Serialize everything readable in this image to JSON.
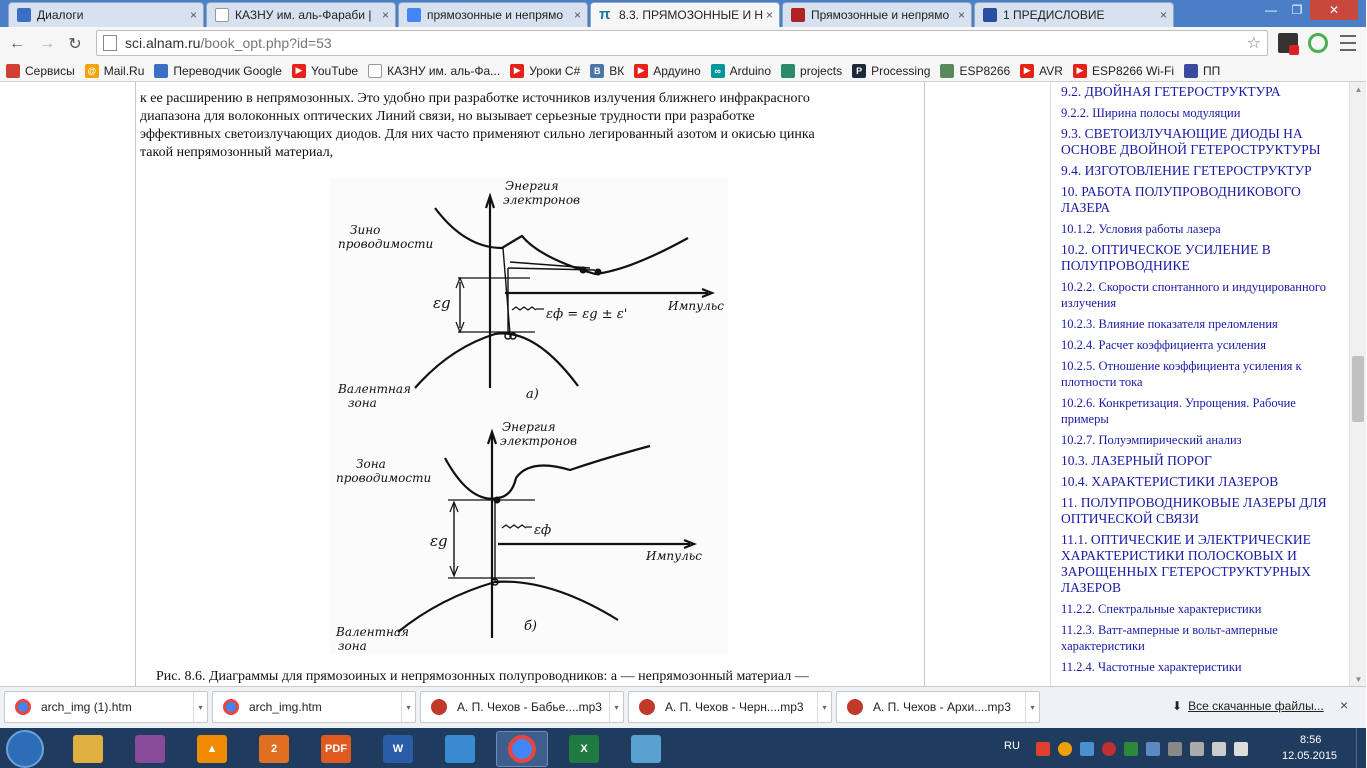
{
  "browser": {
    "tabs": [
      {
        "title": "Диалоги",
        "icon_color": "#3a6fc4"
      },
      {
        "title": "КАЗНУ им. аль-Фараби | ",
        "icon_color": "#ffffff"
      },
      {
        "title": "прямозонные и непрямо",
        "icon_color": "#4285f4"
      },
      {
        "title": "8.3. ПРЯМОЗОННЫЕ И Н",
        "icon_color": "#f6f6f6",
        "glyph": "π"
      },
      {
        "title": "Прямозонные и непрямо",
        "icon_color": "#b22222"
      },
      {
        "title": "1 ПРЕДИСЛОВИЕ",
        "icon_color": "#2a4fa0"
      }
    ],
    "close_glyph": "×",
    "window_controls": [
      "—",
      "❐",
      "✕"
    ],
    "nav": {
      "back": "←",
      "forward": "→",
      "reload": "↻"
    },
    "url_host": "sci.alnam.ru",
    "url_path": "/book_opt.php?id=53",
    "star_glyph": "☆",
    "bookmarks": [
      {
        "label": "Сервисы",
        "icon_color": "#d04030",
        "glyph": ""
      },
      {
        "label": "Mail.Ru",
        "icon_color": "#f4a300",
        "glyph": "@"
      },
      {
        "label": "Переводчик Google",
        "icon_color": "#3a6fc4",
        "glyph": ""
      },
      {
        "label": "YouTube",
        "icon_color": "#e62117",
        "glyph": "▶"
      },
      {
        "label": "КАЗНУ им. аль-Фа...",
        "icon_color": "#ffffff",
        "glyph": ""
      },
      {
        "label": "Уроки C#",
        "icon_color": "#e62117",
        "glyph": "▶"
      },
      {
        "label": "ВК",
        "icon_color": "#4a76a8",
        "glyph": "B"
      },
      {
        "label": "Ардуино",
        "icon_color": "#e62117",
        "glyph": "▶"
      },
      {
        "label": "Arduino",
        "icon_color": "#00979c",
        "glyph": "∞"
      },
      {
        "label": "projects",
        "icon_color": "#2a8a6a",
        "glyph": ""
      },
      {
        "label": "Processing",
        "icon_color": "#1a2a3a",
        "glyph": "P"
      },
      {
        "label": "ESP8266",
        "icon_color": "#5a8a5a",
        "glyph": ""
      },
      {
        "label": "AVR",
        "icon_color": "#e62117",
        "glyph": "▶"
      },
      {
        "label": "ESP8266 Wi-Fi",
        "icon_color": "#e62117",
        "glyph": "▶"
      },
      {
        "label": "ПП",
        "icon_color": "#3a4aa0",
        "glyph": ""
      }
    ]
  },
  "article": {
    "lines": [
      "к ее расширению в непрямозонных. Это удобно при разработке источников излучения ближнего инфракрасного",
      "диапазона для волоконных оптических Линий связи, но вызывает серьезные трудности при разработке",
      "эффективных светоизлучающих диодов. Для них часто применяют сильно легированный азотом и окисью цинка",
      "такой непрямозонный материал,"
    ],
    "caption": "Рис. 8.6. Диаграммы для прямозоиных и непрямозонных полупроводников: а — непрямозонный материал —"
  },
  "figure": {
    "a": {
      "energy_label_1": "Энергия",
      "energy_label_2": "электронов",
      "conduction_1": "Зино",
      "conduction_2": "проводимости",
      "valence_1": "Валентная",
      "valence_2": "зона",
      "momentum": "Импульс",
      "eg": "εg",
      "photon": "εф = εg ± ε'",
      "sublabel": "а)"
    },
    "b": {
      "energy_label_1": "Энергия",
      "energy_label_2": "электронов",
      "conduction_1": "Зона",
      "conduction_2": "проводимости",
      "valence_1": "Валентная",
      "valence_2": "зона",
      "momentum": "Импульс",
      "eg": "εg",
      "photon": "εф",
      "sublabel": "б)"
    }
  },
  "toc": [
    {
      "label": "9.2. ДВОЙНАЯ ГЕТЕРОСТРУКТУРА",
      "level": 1
    },
    {
      "label": "9.2.2. Ширина полосы модуляции",
      "level": 2
    },
    {
      "label": "9.3. СВЕТОИЗЛУЧАЮЩИЕ ДИОДЫ НА ОСНОВЕ ДВОЙНОЙ ГЕТЕРОСТРУКТУРЫ",
      "level": 1
    },
    {
      "label": "9.4. ИЗГОТОВЛЕНИЕ ГЕТЕРОСТРУКТУР",
      "level": 1
    },
    {
      "label": "10. РАБОТА ПОЛУПРОВОДНИКОВОГО ЛАЗЕРА",
      "level": 1
    },
    {
      "label": "10.1.2. Условия работы лазера",
      "level": 2
    },
    {
      "label": "10.2. ОПТИЧЕСКОЕ УСИЛЕНИЕ В ПОЛУПРОВОДНИКЕ",
      "level": 1
    },
    {
      "label": "10.2.2. Скорости спонтанного и индуцированного излучения",
      "level": 2
    },
    {
      "label": "10.2.3. Влияние показателя преломления",
      "level": 2
    },
    {
      "label": "10.2.4. Расчет коэффициента усиления",
      "level": 2
    },
    {
      "label": "10.2.5. Отношение коэффициента усиления к плотности тока",
      "level": 2
    },
    {
      "label": "10.2.6. Конкретизация. Упрощения. Рабочие примеры",
      "level": 2
    },
    {
      "label": "10.2.7. Полуэмпирический анализ",
      "level": 2
    },
    {
      "label": "10.3. ЛАЗЕРНЫЙ ПОРОГ",
      "level": 1
    },
    {
      "label": "10.4. ХАРАКТЕРИСТИКИ ЛАЗЕРОВ",
      "level": 1
    },
    {
      "label": "11. ПОЛУПРОВОДНИКОВЫЕ ЛАЗЕРЫ ДЛЯ ОПТИЧЕСКОЙ СВЯЗИ",
      "level": 1
    },
    {
      "label": "11.1. ОПТИЧЕСКИЕ И ЭЛЕКТРИЧЕСКИЕ ХАРАКТЕРИСТИКИ ПОЛОСКОВЫХ И ЗАРОЩЕННЫХ ГЕТЕРОСТРУКТУРНЫХ ЛАЗЕРОВ",
      "level": 1
    },
    {
      "label": "11.2.2. Спектральные характеристики",
      "level": 2
    },
    {
      "label": "11.2.3. Ватт-амперные и вольт-амперные характеристики",
      "level": 2
    },
    {
      "label": "11.2.4. Частотные характеристики",
      "level": 2
    }
  ],
  "downloads": {
    "items": [
      {
        "name": "arch_img (1).htm",
        "icon_color": "#4285f4"
      },
      {
        "name": "arch_img.htm",
        "icon_color": "#4285f4"
      },
      {
        "name": "А. П. Чехов - Бабье....mp3",
        "icon_color": "#c0392b"
      },
      {
        "name": "А. П. Чехов - Черн....mp3",
        "icon_color": "#c0392b"
      },
      {
        "name": "А. П. Чехов - Архи....mp3",
        "icon_color": "#c0392b"
      }
    ],
    "caret": "▾",
    "show_all": "Все скачанные файлы...",
    "download_glyph": "⬇",
    "close": "×"
  },
  "taskbar": {
    "apps": [
      {
        "name": "explorer",
        "color": "#e0b040",
        "glyph": ""
      },
      {
        "name": "winrar",
        "color": "#8a4a9a",
        "glyph": ""
      },
      {
        "name": "avast",
        "color": "#f08a00",
        "glyph": "▲"
      },
      {
        "name": "paint-net",
        "color": "#e07020",
        "glyph": "2"
      },
      {
        "name": "pdf",
        "color": "#e05a20",
        "glyph": "PDF"
      },
      {
        "name": "word",
        "color": "#2a5ca8",
        "glyph": "W"
      },
      {
        "name": "paint",
        "color": "#3a8ad0",
        "glyph": ""
      },
      {
        "name": "chrome",
        "color": "#4285f4",
        "glyph": "",
        "active": true
      },
      {
        "name": "excel",
        "color": "#1e7a3e",
        "glyph": "X"
      },
      {
        "name": "notepad",
        "color": "#5aa0d0",
        "glyph": ""
      }
    ],
    "lang": "RU",
    "time": "8:56",
    "date": "12.05.2015"
  },
  "colors": {
    "tabbar": "#4a7ec7",
    "link": "#1a1aa6",
    "taskbar": "#1f3b5e"
  }
}
